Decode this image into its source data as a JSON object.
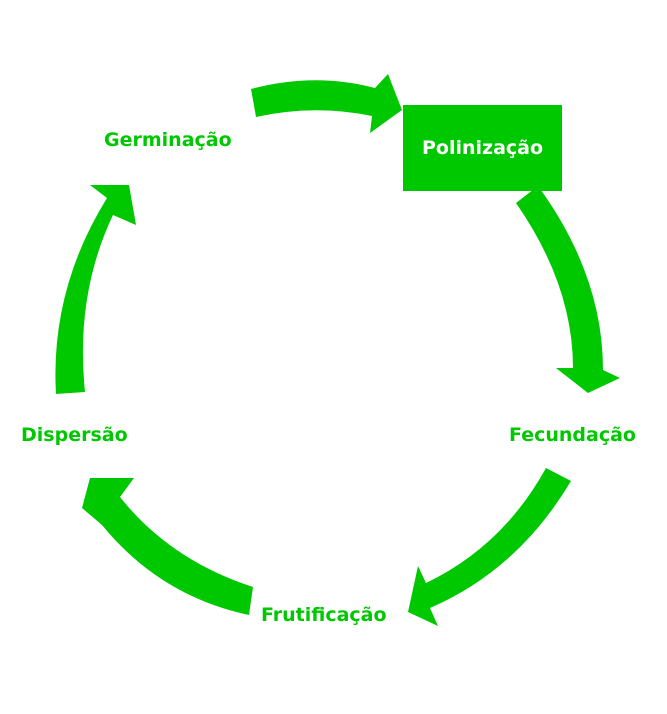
{
  "diagram": {
    "colors": {
      "accent": "#00c800",
      "highlight_text": "#ffffff",
      "background": "#ffffff"
    },
    "stages": [
      {
        "id": "germinacao",
        "label": "Germinação",
        "highlighted": false
      },
      {
        "id": "polinizacao",
        "label": "Polinização",
        "highlighted": true
      },
      {
        "id": "fecundacao",
        "label": "Fecundação",
        "highlighted": false
      },
      {
        "id": "frutificacao",
        "label": "Frutificação",
        "highlighted": false
      },
      {
        "id": "dispersao",
        "label": "Dispersão",
        "highlighted": false
      }
    ],
    "arrows": [
      {
        "from": "germinacao",
        "to": "polinizacao"
      },
      {
        "from": "polinizacao",
        "to": "fecundacao"
      },
      {
        "from": "fecundacao",
        "to": "frutificacao"
      },
      {
        "from": "frutificacao",
        "to": "dispersao"
      },
      {
        "from": "dispersao",
        "to": "germinacao"
      }
    ]
  }
}
